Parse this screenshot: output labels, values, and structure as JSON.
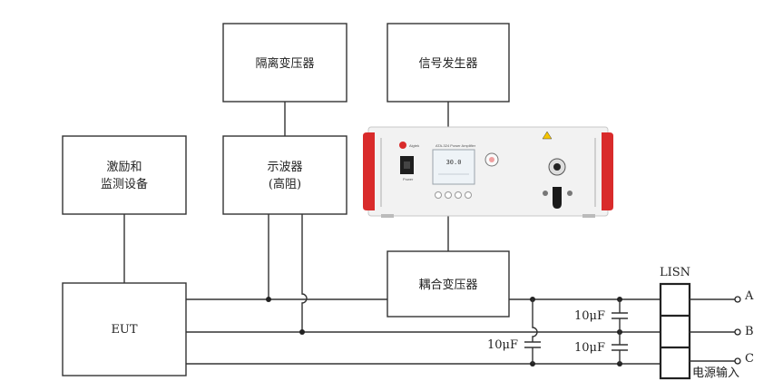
{
  "blocks": {
    "isolation_transformer": "隔离变压器",
    "signal_generator": "信号发生器",
    "stimulus_monitor_line1": "激励和",
    "stimulus_monitor_line2": "监测设备",
    "oscilloscope_line1": "示波器",
    "oscilloscope_line2": "(高阻)",
    "coupling_transformer": "耦合变压器",
    "eut": "EUT",
    "lisn": "LISN"
  },
  "capacitors": {
    "c1": "10μF",
    "c2": "10μF",
    "c3": "10μF"
  },
  "terminals": {
    "a": "A",
    "b": "B",
    "c": "C",
    "power_input": "电源输入"
  },
  "amplifier": {
    "brand": "Aigtek",
    "model": "ATA-324  Power Amplifier",
    "display_value": "30.0",
    "power_label": "Power",
    "colors": {
      "body": "#f2f2f2",
      "handle": "#d92b2b",
      "screen": "#eef3f7"
    }
  }
}
